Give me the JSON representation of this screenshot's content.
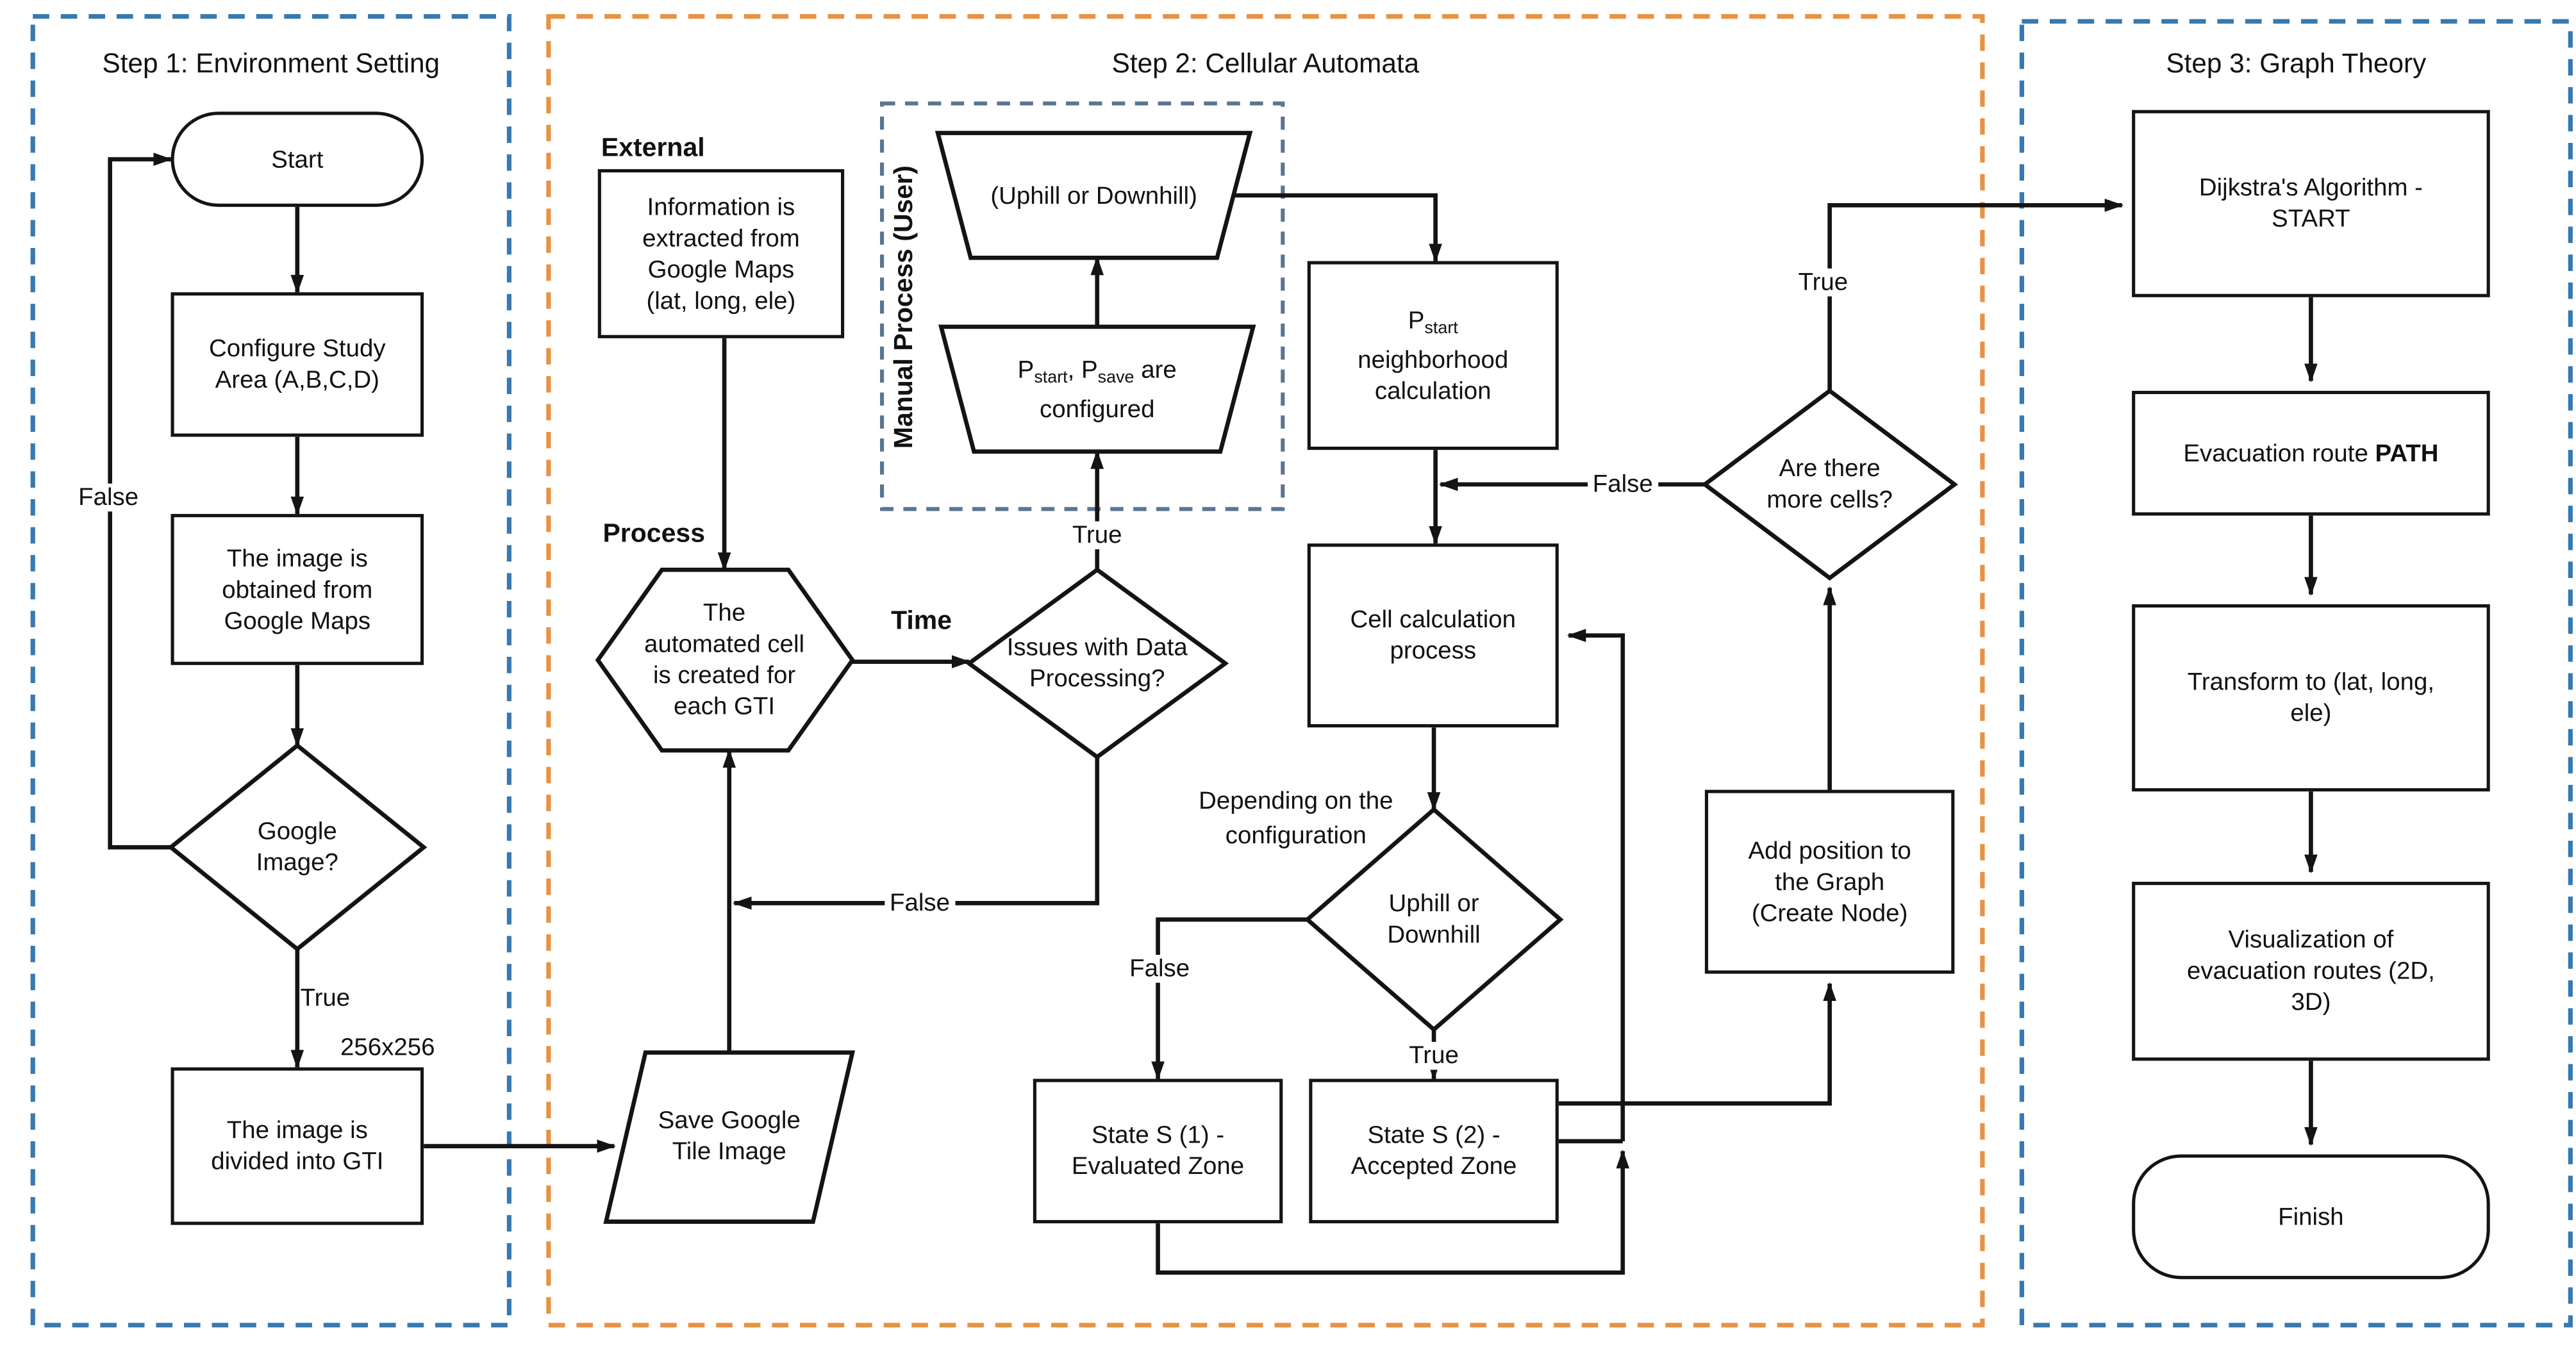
{
  "colors": {
    "step_border_blue": "#3779b0",
    "step_border_orange": "#e89243",
    "manual_border_slate": "#5b7591",
    "line_black": "#141414"
  },
  "sections": {
    "step1": {
      "title": "Step 1: Environment Setting"
    },
    "step2": {
      "title": "Step 2: Cellular Automata"
    },
    "step3": {
      "title": "Step 3: Graph Theory"
    },
    "manual": {
      "title": "Manual Process (User)"
    }
  },
  "labels": {
    "false_loop": "False",
    "true_gti": "True",
    "tile_size": "256x256",
    "external": "External",
    "process": "Process",
    "time": "Time",
    "true_issues": "True",
    "false_issues": "False",
    "depending_l1": "Depending on the",
    "depending_l2": "configuration",
    "false_uphill": "False",
    "true_uphill": "True",
    "false_cells": "False",
    "true_cells": "True"
  },
  "nodes": {
    "start": {
      "label": "Start"
    },
    "configure": {
      "l1": "Configure Study",
      "l2": "Area (A,B,C,D)"
    },
    "obtained": {
      "l1": "The image is",
      "l2": "obtained from",
      "l3": "Google Maps"
    },
    "google_image": {
      "l1": "Google",
      "l2": "Image?"
    },
    "divided": {
      "l1": "The image is",
      "l2": "divided into GTI"
    },
    "info": {
      "l1": "Information is",
      "l2": "extracted from",
      "l3": "Google Maps",
      "l4": "(lat, long, ele)"
    },
    "uphill_trap": {
      "label": "(Uphill or Downhill)"
    },
    "pconf": {
      "p1": "P",
      "sub1": "start",
      "mid": ", P",
      "sub2": "save",
      "tail": " are",
      "l2": "configured"
    },
    "hexagon": {
      "l1": "The",
      "l2": "automated cell",
      "l3": "is created for",
      "l4": "each GTI"
    },
    "issues": {
      "l1": "Issues with Data",
      "l2": "Processing?"
    },
    "save_tile": {
      "l1": "Save Google",
      "l2": "Tile Image"
    },
    "pneigh": {
      "p": "P",
      "sub": "start",
      "l2": "neighborhood",
      "l3": "calculation"
    },
    "cellcalc": {
      "l1": "Cell calculation",
      "l2": "process"
    },
    "uphill_diamond": {
      "l1": "Uphill or",
      "l2": "Downhill"
    },
    "state1": {
      "l1": "State S (1) -",
      "l2": "Evaluated Zone"
    },
    "state2": {
      "l1": "State S (2) -",
      "l2": "Accepted Zone"
    },
    "addgraph": {
      "l1": "Add position to",
      "l2": "the Graph",
      "l3": "(Create Node)"
    },
    "morecells": {
      "l1": "Are there",
      "l2": "more cells?"
    },
    "dijkstra": {
      "l1": "Dijkstra's Algorithm -",
      "l2": "START"
    },
    "evac": {
      "pre": "Evacuation route ",
      "bold": "PATH"
    },
    "transform": {
      "l1": "Transform to (lat, long,",
      "l2": "ele)"
    },
    "viz": {
      "l1": "Visualization of",
      "l2": "evacuation routes (2D,",
      "l3": "3D)"
    },
    "finish": {
      "label": "Finish"
    }
  }
}
